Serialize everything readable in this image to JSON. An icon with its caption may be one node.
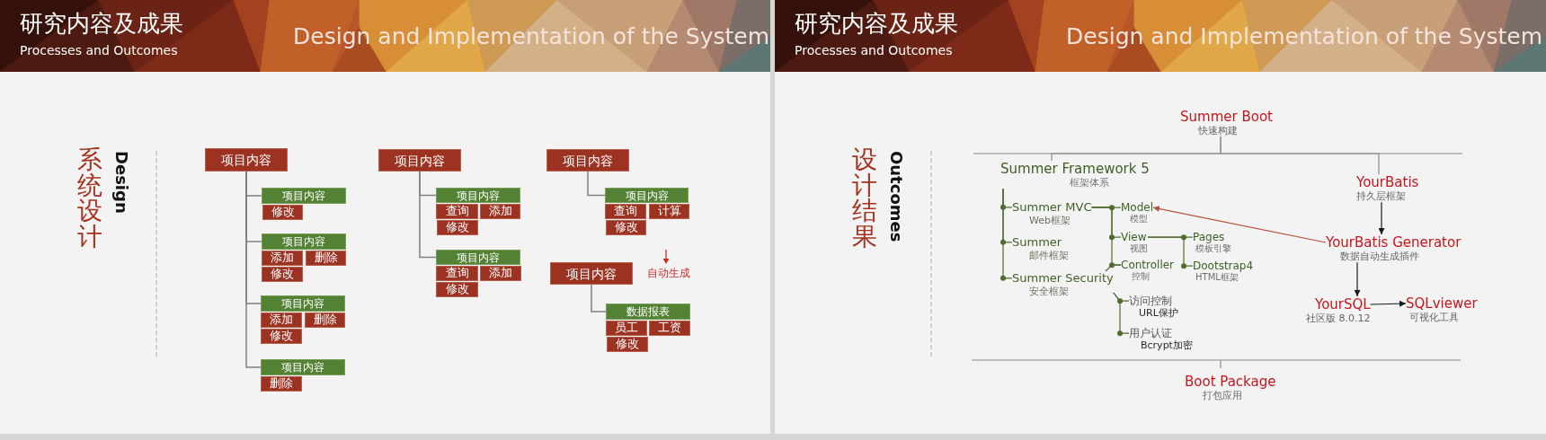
{
  "diagram": {
    "nodes": [
      {
        "text": [
          "项目内容"
        ]
      },
      {
        "text": [
          "项目内容"
        ]
      },
      {
        "text": [
          "修改"
        ]
      },
      {
        "text": [
          "项目内容"
        ]
      },
      {
        "text": [
          "添加"
        ]
      },
      {
        "text": [
          "删除"
        ]
      },
      {
        "text": [
          "修改"
        ]
      },
      {
        "text": [
          "项目内容"
        ]
      },
      {
        "text": [
          "添加"
        ]
      },
      {
        "text": [
          "删除"
        ]
      },
      {
        "text": [
          "修改"
        ]
      },
      {
        "text": [
          "项目内容"
        ]
      },
      {
        "text": [
          "删除"
        ]
      },
      {
        "text": [
          "项目内容"
        ]
      },
      {
        "text": [
          "项目内容"
        ]
      },
      {
        "text": [
          "查询"
        ]
      },
      {
        "text": [
          "添加"
        ]
      },
      {
        "text": [
          "修改"
        ]
      },
      {
        "text": [
          "项目内容"
        ]
      },
      {
        "text": [
          "查询"
        ]
      },
      {
        "text": [
          "添加"
        ]
      },
      {
        "text": [
          "修改"
        ]
      },
      {
        "text": [
          "项目内容"
        ]
      },
      {
        "text": [
          "项目内容"
        ]
      },
      {
        "text": [
          "查询"
        ]
      },
      {
        "text": [
          "计算"
        ]
      },
      {
        "text": [
          "修改"
        ]
      },
      {
        "text": [
          "项目内容"
        ]
      },
      {
        "text": [
          "数据报表"
        ]
      },
      {
        "text": [
          "员工"
        ]
      },
      {
        "text": [
          "工资"
        ]
      },
      {
        "text": [
          "修改"
        ]
      },
      {
        "text": [
          "Summer Boot",
          "快速构建"
        ]
      },
      {
        "text": [
          "Summer Framework 5",
          "框架体系"
        ]
      },
      {
        "text": [
          "Summer MVC",
          "Web框架"
        ]
      },
      {
        "text": [
          "Summer",
          "邮件框架"
        ]
      },
      {
        "text": [
          "Summer Security",
          "安全框架"
        ]
      },
      {
        "text": [
          "Model",
          "模型"
        ]
      },
      {
        "text": [
          "View",
          "视图"
        ]
      },
      {
        "text": [
          "Controller",
          "控制"
        ]
      },
      {
        "text": [
          "Pages",
          "模板引擎"
        ]
      },
      {
        "text": [
          "Dootstrap4",
          "HTML框架"
        ]
      },
      {
        "text": [
          "访问控制",
          "URL保护"
        ]
      },
      {
        "text": [
          "用户认证",
          "Bcrypt加密"
        ]
      },
      {
        "text": [
          "YourBatis",
          "持久层框架"
        ]
      },
      {
        "text": [
          "YourBatis Generator",
          "数据自动生成插件"
        ]
      },
      {
        "text": [
          "YourSQL",
          "社区版 8.0.12"
        ]
      },
      {
        "text": [
          "SQLviewer",
          "可视化工具"
        ]
      },
      {
        "text": [
          "Boot Package",
          "打包应用"
        ]
      }
    ],
    "edges": [
      {
        "from": 0,
        "to": 1,
        "arrow": "none",
        "color": "#808080"
      },
      {
        "from": 0,
        "to": 3,
        "arrow": "none",
        "color": "#808080"
      },
      {
        "from": 0,
        "to": 7,
        "arrow": "none",
        "color": "#808080"
      },
      {
        "from": 0,
        "to": 11,
        "arrow": "none",
        "color": "#808080"
      },
      {
        "from": 13,
        "to": 14,
        "arrow": "none",
        "color": "#808080"
      },
      {
        "from": 13,
        "to": 18,
        "arrow": "none",
        "color": "#808080"
      },
      {
        "from": 22,
        "to": 23,
        "arrow": "none",
        "color": "#808080"
      },
      {
        "from": 27,
        "to": 28,
        "arrow": "none",
        "color": "#808080"
      },
      {
        "from": 32,
        "to": 33,
        "arrow": "none",
        "color": "#8c8c8c"
      },
      {
        "from": 32,
        "to": 44,
        "arrow": "none",
        "color": "#8c8c8c"
      },
      {
        "from": 33,
        "to": 34,
        "arrow": "other"
      },
      {
        "from": 33,
        "to": 35,
        "arrow": "other"
      },
      {
        "from": 33,
        "to": 36,
        "arrow": "other"
      },
      {
        "from": 34,
        "to": 37,
        "arrow": "other"
      },
      {
        "from": 34,
        "to": 38,
        "arrow": "other"
      },
      {
        "from": 34,
        "to": 39,
        "arrow": "other"
      },
      {
        "from": 38,
        "to": 40,
        "arrow": "other"
      },
      {
        "from": 38,
        "to": 41,
        "arrow": "other"
      },
      {
        "from": 36,
        "to": 39,
        "arrow": "none"
      },
      {
        "from": 36,
        "to": 42,
        "arrow": "other"
      },
      {
        "from": 36,
        "to": 43,
        "arrow": "other"
      },
      {
        "from": 45,
        "to": 37,
        "arrow": "to",
        "color": "#b5543f"
      },
      {
        "from": 44,
        "to": 45,
        "arrow": "to",
        "color": "#1a1a1a"
      },
      {
        "from": 45,
        "to": 46,
        "arrow": "to",
        "color": "#1a1a1a"
      },
      {
        "from": 46,
        "to": 47,
        "arrow": "to",
        "color": "#1a1a1a"
      }
    ],
    "labels": [
      "研究内容及成果",
      "Processes and Outcomes",
      "Design and Implementation of the System",
      "系统设计",
      "Design",
      "自动生成",
      "研究内容及成果",
      "Processes and Outcomes",
      "Design and Implementation of the System",
      "设计结果",
      "Outcomes"
    ]
  }
}
